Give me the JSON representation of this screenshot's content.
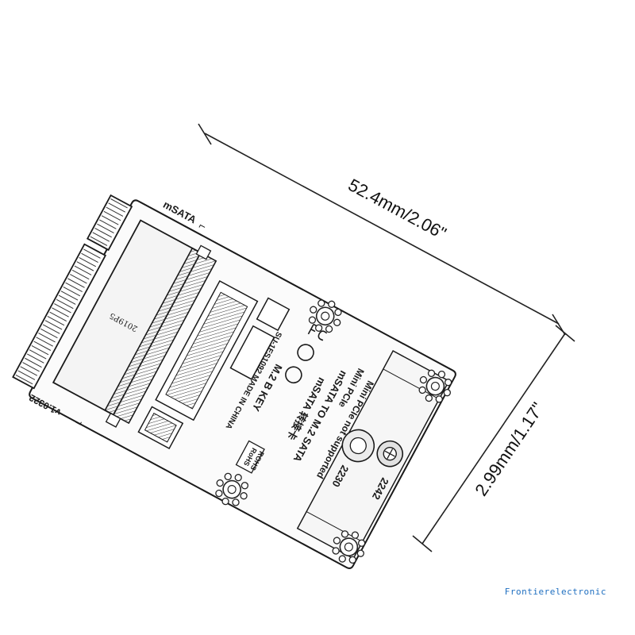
{
  "dimensions": {
    "length": "52.4mm/2.06\"",
    "width": "2.99mm/1.17\""
  },
  "board": {
    "top_label": "mSATA",
    "corner_mark": "⌐",
    "bottom_code": "v1.0322",
    "left_chip_code": "2019P5",
    "line1": "SU-1ES1092 MADE IN CHINA",
    "line2": "M.2 B KEY",
    "line3": "mSATA 转接卡",
    "line4": "mSATA TO M.2 SATA",
    "line5": "Mini PCIe not supported",
    "line6": "Mini PCIe",
    "rohs_line1": "RoHS",
    "rohs_line2": "ROHS",
    "size_2230": "2230",
    "size_2242": "2242"
  },
  "watermark": "Frontierelectronic",
  "colors": {
    "line": "#1a1a1a",
    "board_fill": "#fbfbfb",
    "pad_fill": "#e9e9e9",
    "watermark": "#1f6fc0"
  }
}
